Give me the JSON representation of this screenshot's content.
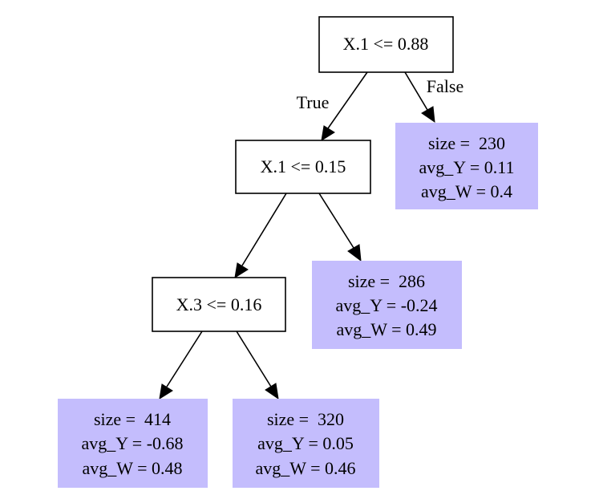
{
  "colors": {
    "split_fill": "#ffffff",
    "leaf_fill": "#c4bdfd",
    "stroke": "#000000"
  },
  "tree": {
    "root": {
      "text": "X.1 <= 0.88"
    },
    "split_2": {
      "text": "X.1 <= 0.15"
    },
    "split_3": {
      "text": "X.3 <= 0.16"
    },
    "leaf_a": {
      "size": "size =  230",
      "avg_y": "avg_Y = 0.11",
      "avg_w": "avg_W = 0.4"
    },
    "leaf_b": {
      "size": "size =  286",
      "avg_y": "avg_Y = -0.24",
      "avg_w": "avg_W = 0.49"
    },
    "leaf_c": {
      "size": "size =  414",
      "avg_y": "avg_Y = -0.68",
      "avg_w": "avg_W = 0.48"
    },
    "leaf_d": {
      "size": "size =  320",
      "avg_y": "avg_Y = 0.05",
      "avg_w": "avg_W = 0.46"
    }
  },
  "edges": {
    "true_label": "True",
    "false_label": "False"
  }
}
